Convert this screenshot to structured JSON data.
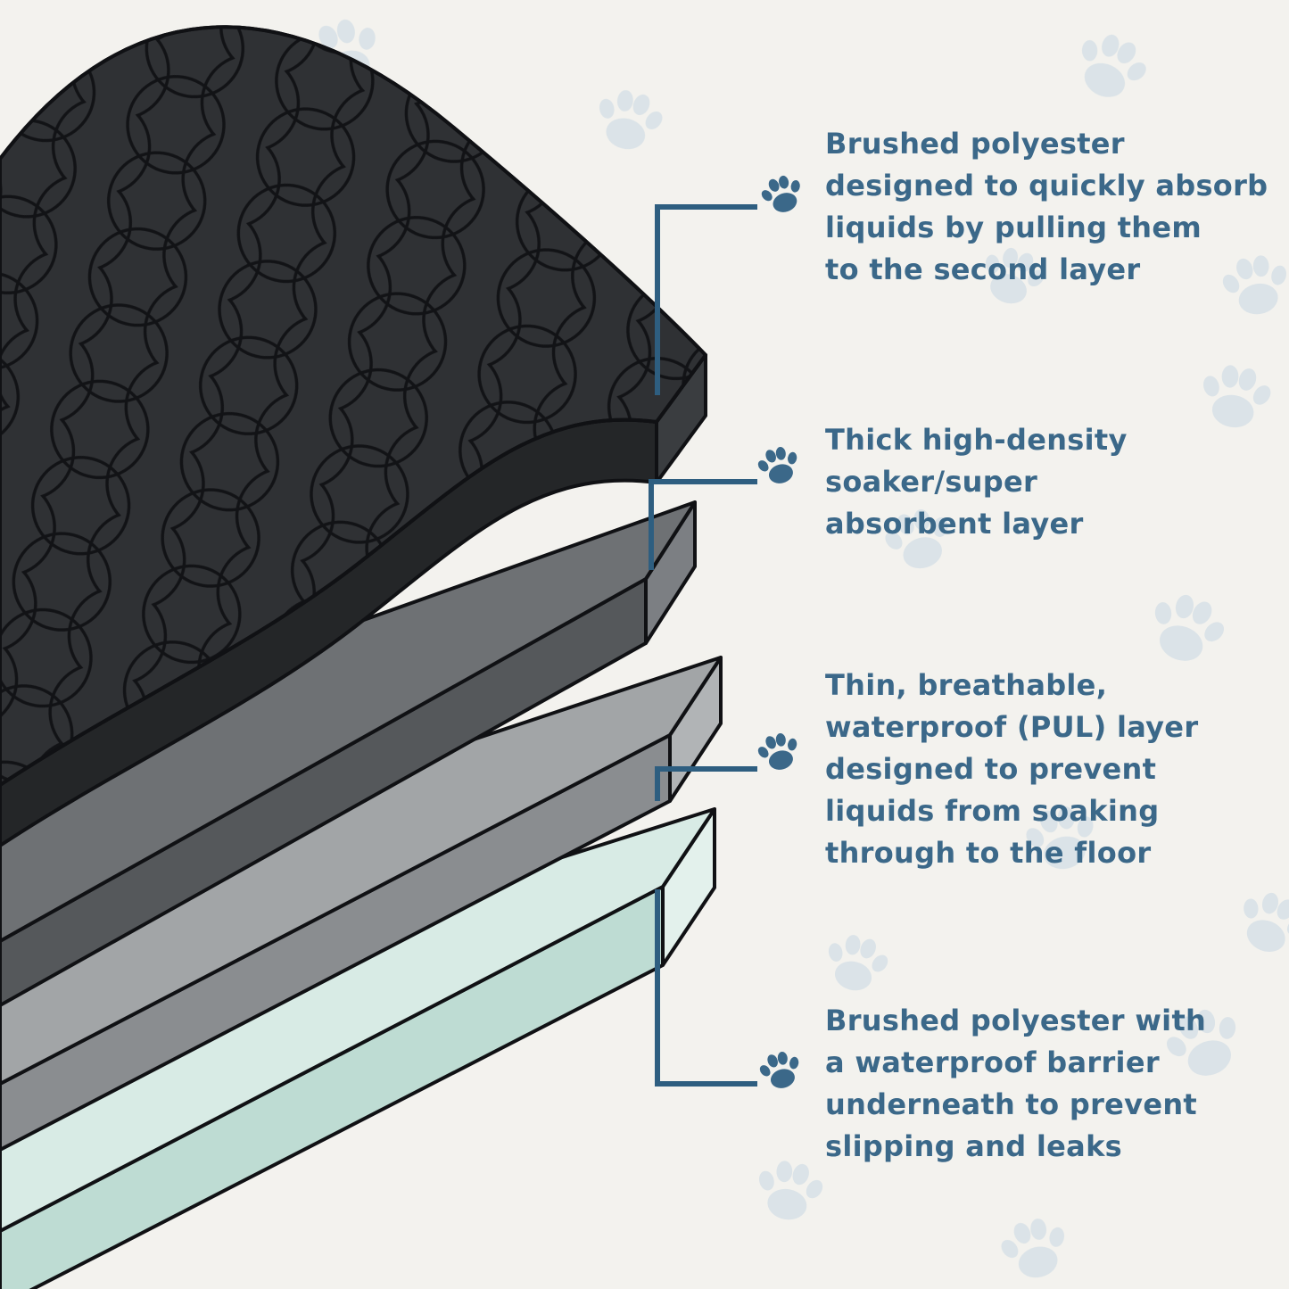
{
  "page": {
    "background_color": "#f3f2ee",
    "description": "Four-layer washable pet pad cross-section diagram"
  },
  "palette": {
    "accent_text": "#3b6889",
    "callout_line": "#2e5e80",
    "paw_accent": "#3b6889",
    "paw_faint": "#b9cfdf",
    "outline": "#101114"
  },
  "diagram": {
    "layers": [
      {
        "name": "quilted-top-layer",
        "top_color": "#2f3134",
        "front_color": "#242628",
        "edge_color": "#3a3d40"
      },
      {
        "name": "absorbent-core-layer",
        "top_color": "#6e7174",
        "front_color": "#55585b",
        "edge_color": "#7c7f83"
      },
      {
        "name": "waterproof-pul-layer",
        "top_color": "#a2a5a7",
        "front_color": "#8a8d90",
        "edge_color": "#b1b4b6"
      },
      {
        "name": "non-slip-backing-layer",
        "top_color": "#d8ebe5",
        "front_color": "#bedcd3",
        "edge_color": "#e3f1ec"
      }
    ],
    "callouts": [
      {
        "icon": "paw-icon",
        "text": "Brushed polyester\ndesigned to quickly absorb\nliquids by pulling them\nto the second layer"
      },
      {
        "icon": "paw-icon",
        "text": "Thick high-density\nsoaker/super\nabsorbent layer"
      },
      {
        "icon": "paw-icon",
        "text": "Thin, breathable,\nwaterproof (PUL) layer\ndesigned to prevent\nliquids from soaking\nthrough to the floor"
      },
      {
        "icon": "paw-icon",
        "text": "Brushed polyester with\na waterproof barrier\nunderneath to prevent\nslipping and leaks"
      }
    ]
  }
}
